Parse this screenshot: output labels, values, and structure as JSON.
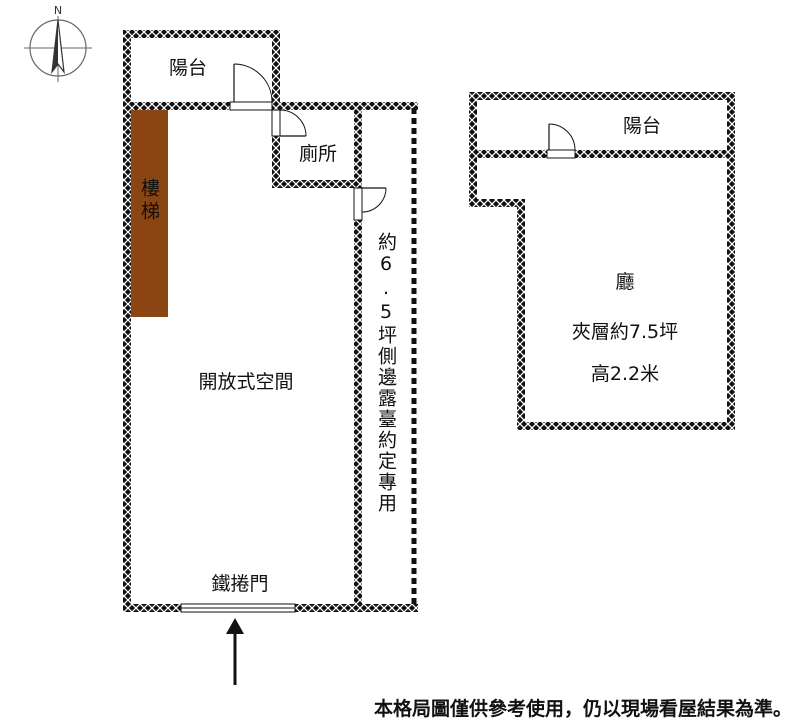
{
  "compass": {
    "north_label": "N"
  },
  "ground_floor": {
    "balcony_label": "陽台",
    "toilet_label": "廁所",
    "stairs_label": "樓梯",
    "open_space_label": "開放式空間",
    "rolling_door_label": "鐵捲門",
    "side_terrace_label": "約6.5坪側邊露臺約定專用"
  },
  "mezzanine": {
    "balcony_label": "陽台",
    "hall_label": "廳",
    "area_label": "夾層約7.5坪",
    "height_label": "高2.2米"
  },
  "disclaimer": "本格局圖僅供參考使用，仍以現場看屋結果為準。",
  "colors": {
    "wall": "#111111",
    "stairs": "#8b4513",
    "background": "#ffffff"
  }
}
